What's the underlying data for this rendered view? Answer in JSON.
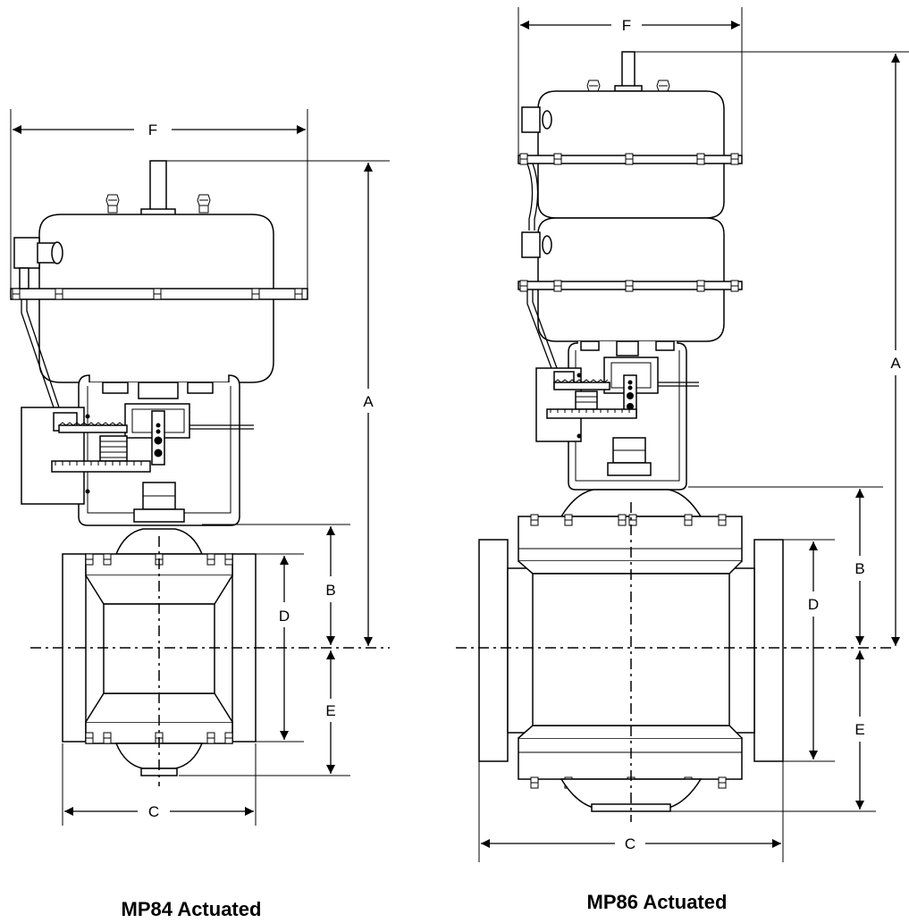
{
  "labels": {
    "mp84": {
      "A": "A",
      "B": "B",
      "C": "C",
      "D": "D",
      "E": "E",
      "F": "F"
    },
    "mp86": {
      "A": "A",
      "B": "B",
      "C": "C",
      "D": "D",
      "E": "E",
      "F": "F"
    }
  },
  "captions": {
    "mp84": "MP84 Actuated",
    "mp86": "MP86 Actuated"
  }
}
